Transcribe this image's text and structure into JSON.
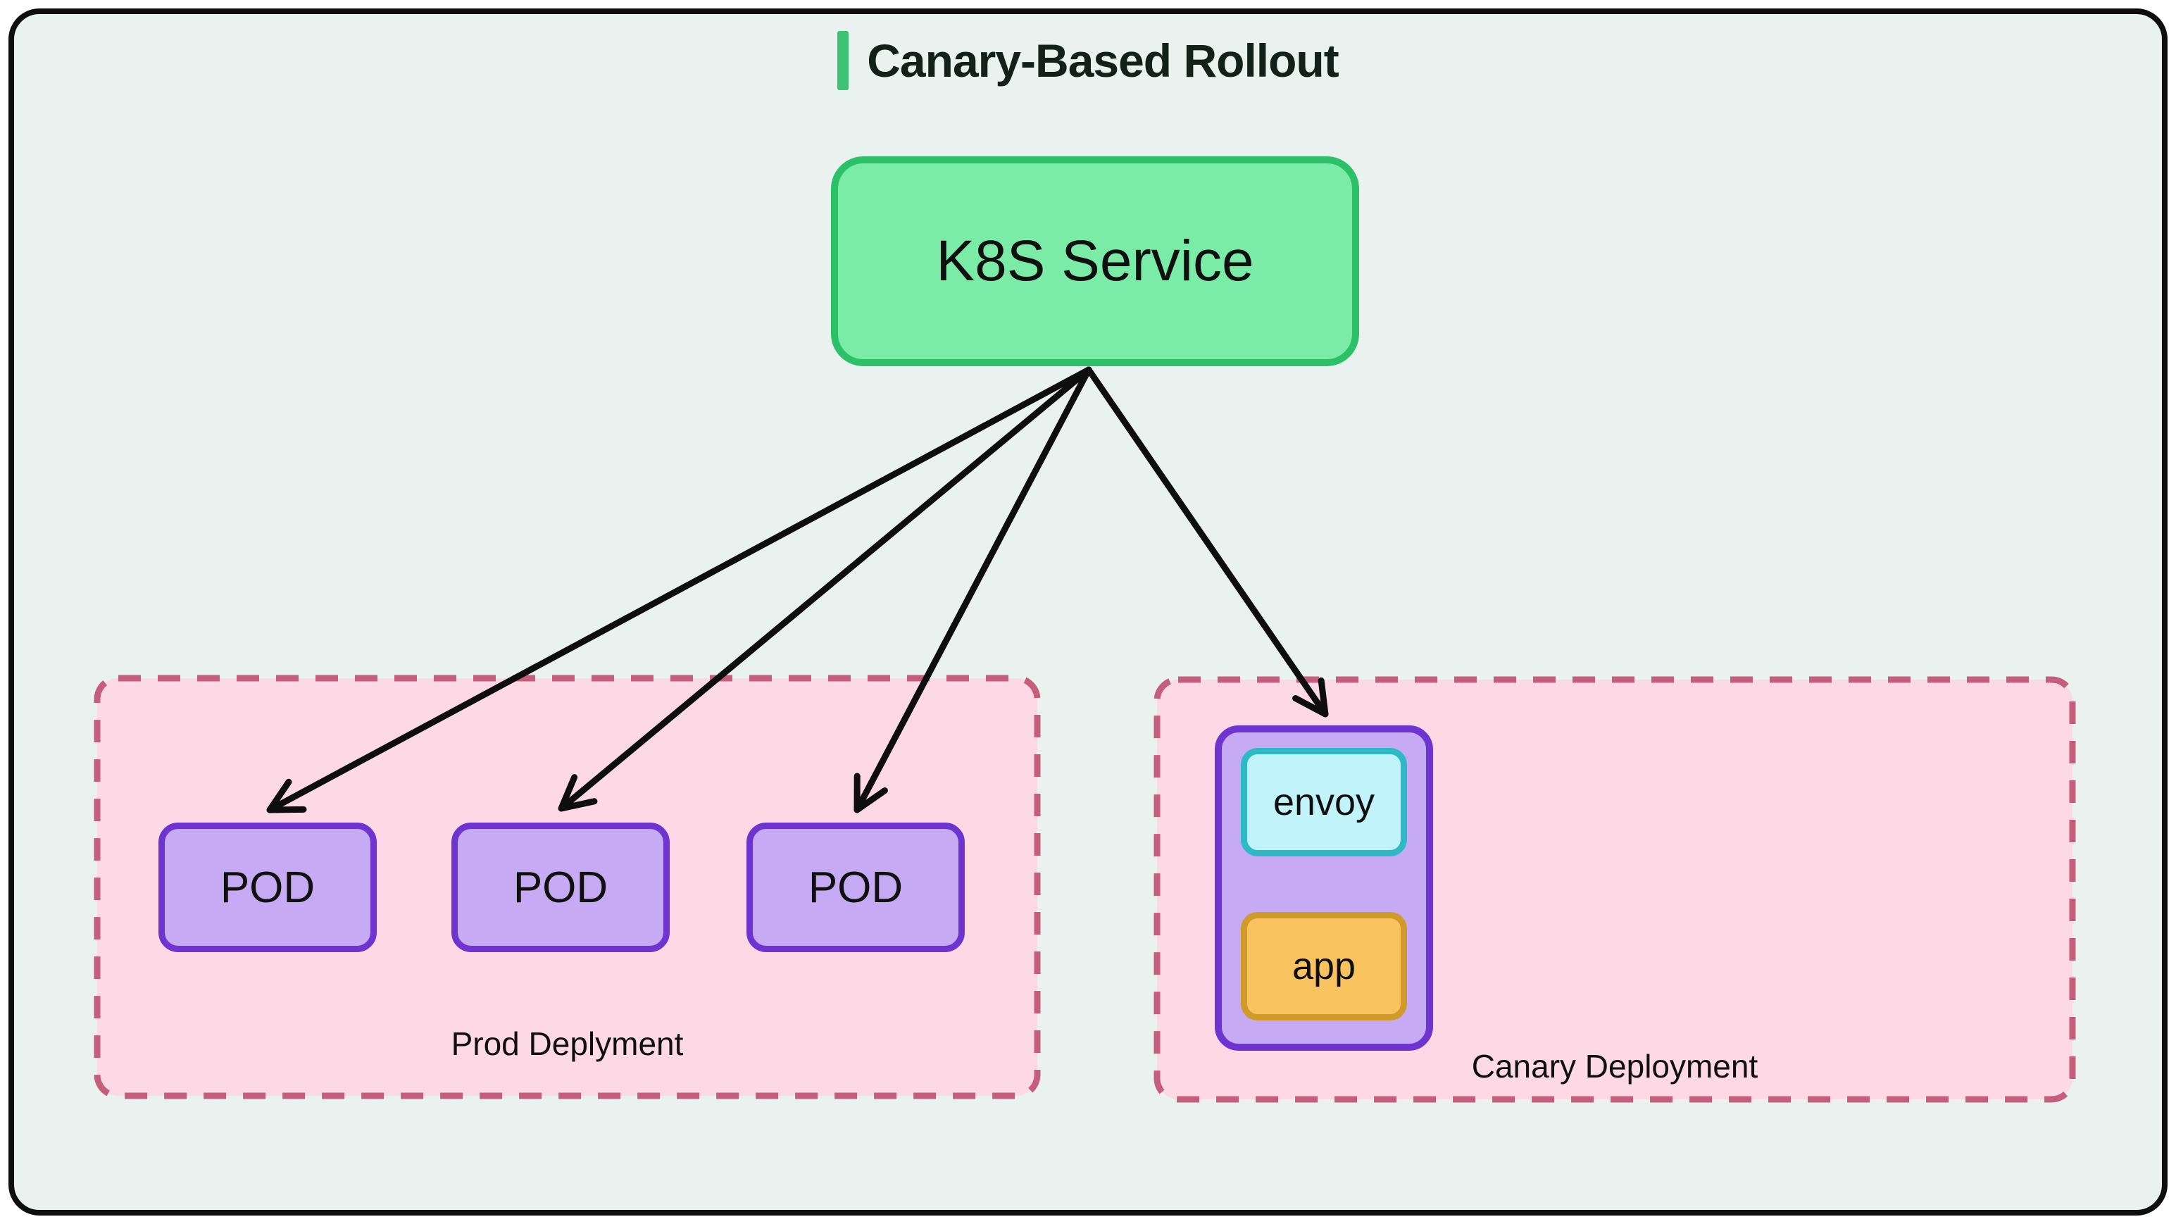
{
  "frame": {
    "background": "#e9f2ee",
    "border_color": "#0e0e0e",
    "outer_background": "#ffffff"
  },
  "title": {
    "text": "Canary-Based Rollout",
    "accent_bar_color": "#3ec274",
    "text_color": "#14201a"
  },
  "arrow_color": "#0e0e0e",
  "service_node": {
    "label": "K8S Service",
    "fill": "#7aeca7",
    "border_color": "#2cc169"
  },
  "groups": {
    "prod": {
      "label": "Prod Deplyment",
      "fill": "#fdd8e5",
      "border_color": "#c55d7d",
      "pod_fill": "#c6abf4",
      "pod_border_color": "#6d34d0",
      "pods": [
        {
          "label": "POD"
        },
        {
          "label": "POD"
        },
        {
          "label": "POD"
        }
      ]
    },
    "canary": {
      "label": "Canary Deployment",
      "fill": "#fdd8e5",
      "border_color": "#c55d7d",
      "pod": {
        "fill": "#c6abf4",
        "border_color": "#6d34d0",
        "containers": [
          {
            "label": "envoy",
            "fill": "#c0f4fa",
            "border_color": "#2db9c6"
          },
          {
            "label": "app",
            "fill": "#f9c45f",
            "border_color": "#d09b28"
          }
        ]
      }
    }
  },
  "edges": [
    {
      "from": "k8s-service",
      "to": "pod-1"
    },
    {
      "from": "k8s-service",
      "to": "pod-2"
    },
    {
      "from": "k8s-service",
      "to": "pod-3"
    },
    {
      "from": "k8s-service",
      "to": "canary-pod"
    }
  ]
}
